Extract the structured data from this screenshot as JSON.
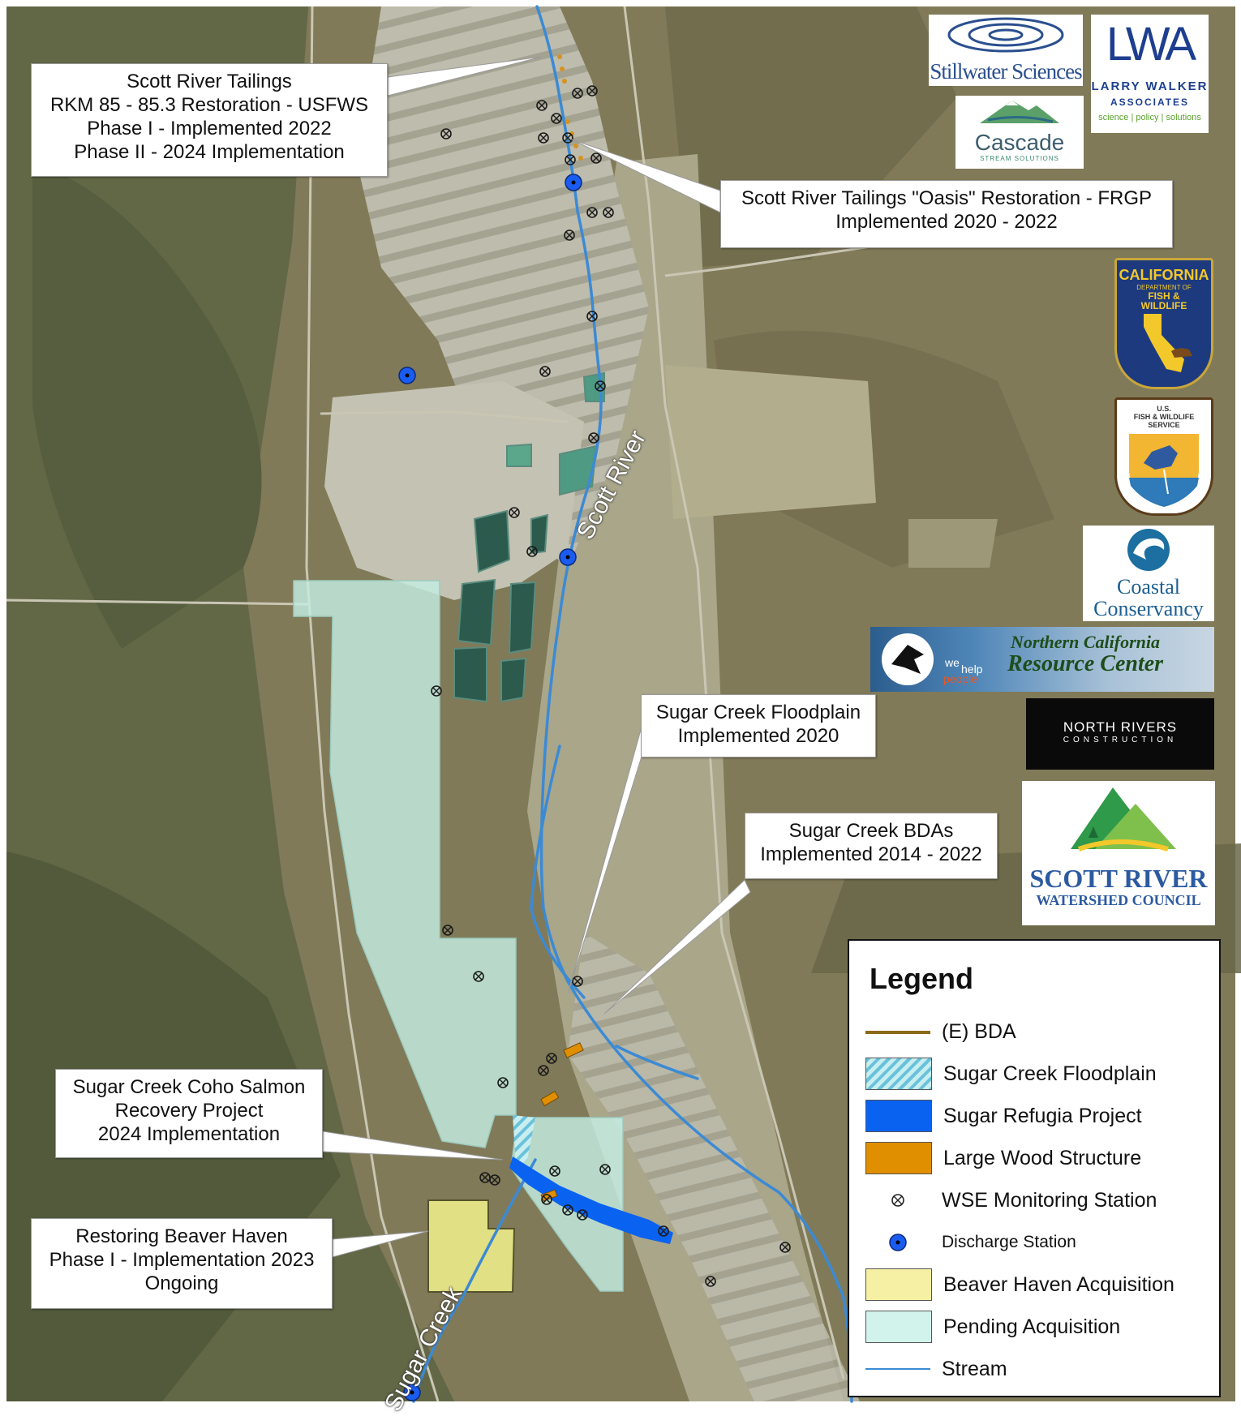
{
  "callouts": {
    "tailings": [
      "Scott River Tailings",
      "RKM 85 - 85.3 Restoration - USFWS",
      "Phase I - Implemented 2022",
      "Phase II - 2024 Implementation"
    ],
    "oasis": [
      "Scott River Tailings \"Oasis\" Restoration - FRGP",
      "Implemented 2020 - 2022"
    ],
    "floodplain": [
      "Sugar Creek Floodplain",
      "Implemented 2020"
    ],
    "bdas": [
      "Sugar Creek BDAs",
      "Implemented 2014 - 2022"
    ],
    "coho": [
      "Sugar Creek Coho Salmon",
      "Recovery Project",
      "2024 Implementation"
    ],
    "beaver": [
      "Restoring Beaver Haven",
      "Phase I - Implementation 2023",
      "Ongoing"
    ]
  },
  "labels": {
    "scott_river": "Scott River",
    "sugar_creek": "Sugar Creek"
  },
  "legend": {
    "title": "Legend",
    "items": [
      {
        "label": "(E) BDA",
        "symbol": "line",
        "color": "#8B6A1A"
      },
      {
        "label": "Sugar Creek Floodplain",
        "symbol": "hatch",
        "color": "#8fd3e6"
      },
      {
        "label": "Sugar Refugia Project",
        "symbol": "fill",
        "color": "#0a63f0"
      },
      {
        "label": "Large Wood Structure",
        "symbol": "fill",
        "color": "#e08f00"
      },
      {
        "label": "WSE Monitoring Station",
        "symbol": "cross-circle",
        "color": "#222222"
      },
      {
        "label": "Discharge Station",
        "symbol": "dot",
        "color": "#1b5cf0"
      },
      {
        "label": "Beaver Haven Acquisition",
        "symbol": "fill",
        "color": "#f5f0a3"
      },
      {
        "label": "Pending Acquisition",
        "symbol": "fill",
        "color": "#d2f3ec"
      },
      {
        "label": "Stream",
        "symbol": "line",
        "color": "#3c8ad4"
      }
    ]
  },
  "logos": {
    "stillwater": "Stillwater Sciences",
    "lwa_mark": "LWA",
    "lwa_name1": "LARRY WALKER",
    "lwa_name2": "ASSOCIATES",
    "lwa_tag": "science | policy | solutions",
    "cascade": "Cascade",
    "cascade_sub": "STREAM SOLUTIONS",
    "cdfw1": "CALIFORNIA",
    "cdfw2": "DEPARTMENT OF",
    "cdfw3": "FISH &",
    "cdfw4": "WILDLIFE",
    "usfws1": "U.S.",
    "usfws2": "FISH & WILDLIFE",
    "usfws3": "SERVICE",
    "coastal1": "Coastal",
    "coastal2": "Conservancy",
    "ncrc1": "Northern California",
    "ncrc2": "Resource Center",
    "ncrc_we": "we",
    "ncrc_help": "help",
    "ncrc_people": "people",
    "nrc1": "NORTH",
    "nrc2": "RIVERS",
    "nrc3": "CONSTRUCTION",
    "srwc1": "SCOTT RIVER",
    "srwc2": "WATERSHED COUNCIL"
  },
  "colors": {
    "terrain": "#7c7755",
    "tailings": "#b8b7a8",
    "stream": "#3c8ad4",
    "pending": "#c4eee3",
    "beaver": "#eceb8a",
    "refugia": "#0a63f0",
    "wood": "#e08f00"
  }
}
